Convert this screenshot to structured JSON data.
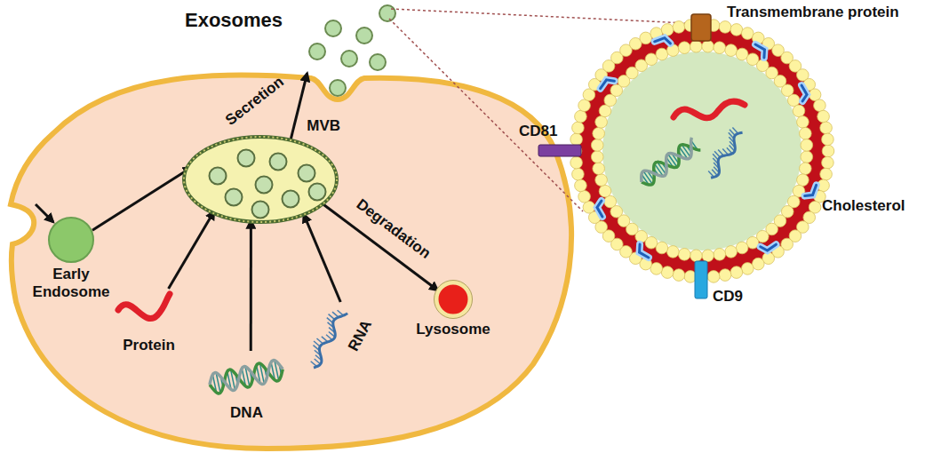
{
  "diagram": {
    "nodes": [
      {
        "text": [
          "Early Endosome"
        ]
      },
      {
        "text": [
          "MVB"
        ]
      },
      {
        "text": [
          "Lysosome"
        ]
      },
      {
        "text": [
          "Protein"
        ]
      },
      {
        "text": [
          "DNA"
        ]
      },
      {
        "text": [
          "RNA"
        ]
      },
      {
        "text": [
          "Exosomes"
        ]
      }
    ],
    "edges": [
      {
        "from": 0,
        "to": 1,
        "arrow": "to"
      },
      {
        "from": 1,
        "to": 2,
        "label": "Degradation",
        "arrow": "to"
      },
      {
        "from": 1,
        "to": 6,
        "label": "Secretion",
        "arrow": "to"
      },
      {
        "from": 3,
        "to": 1,
        "arrow": "to"
      },
      {
        "from": 4,
        "to": 1,
        "arrow": "to"
      },
      {
        "from": 5,
        "to": 1,
        "arrow": "to"
      }
    ],
    "labels": [
      "Transmembrane protein",
      "CD81",
      "Cholesterol",
      "CD9"
    ]
  }
}
